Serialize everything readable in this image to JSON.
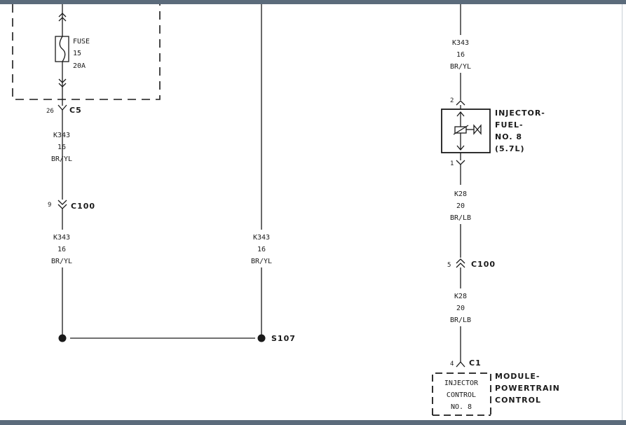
{
  "fuse": {
    "title": "FUSE",
    "number": "15",
    "rating": "20A"
  },
  "left_wire": {
    "seg1": {
      "circuit": "K343",
      "gauge": "16",
      "color": "BR/YL"
    },
    "seg2": {
      "circuit": "K343",
      "gauge": "16",
      "color": "BR/YL"
    }
  },
  "middle_wire": {
    "circuit": "K343",
    "gauge": "16",
    "color": "BR/YL"
  },
  "right_wire": {
    "seg1": {
      "circuit": "K343",
      "gauge": "16",
      "color": "BR/YL"
    },
    "seg2": {
      "circuit": "K28",
      "gauge": "20",
      "color": "BR/LB"
    },
    "seg3": {
      "circuit": "K28",
      "gauge": "20",
      "color": "BR/LB"
    }
  },
  "connectors": {
    "c5": {
      "pin": "26",
      "name": "C5"
    },
    "c100_left": {
      "pin": "9",
      "name": "C100"
    },
    "c100_right": {
      "pin": "5",
      "name": "C100"
    },
    "c1": {
      "pin": "4",
      "name": "C1"
    }
  },
  "injector": {
    "pin_top": "2",
    "pin_bottom": "1",
    "label_lines": [
      "INJECTOR-",
      "FUEL-",
      "NO. 8",
      "(5.7L)"
    ]
  },
  "splice": {
    "name": "S107"
  },
  "module": {
    "inner_lines": [
      "INJECTOR",
      "CONTROL",
      "NO. 8"
    ],
    "label_lines": [
      "MODULE-",
      "POWERTRAIN",
      "CONTROL"
    ]
  }
}
